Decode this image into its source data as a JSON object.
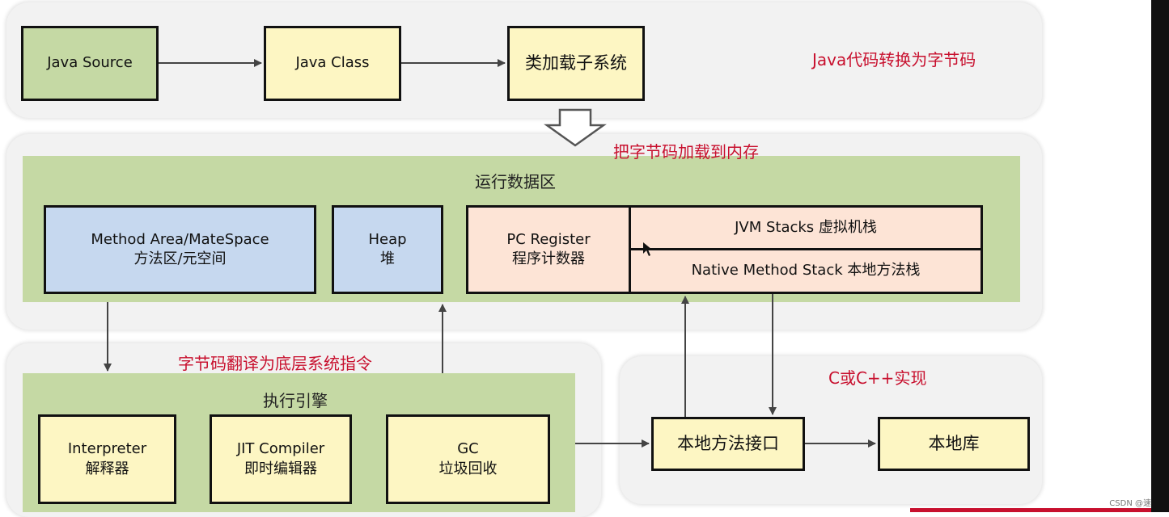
{
  "top": {
    "java_source": "Java Source",
    "java_class": "Java Class",
    "class_loader": "类加载子系统",
    "annotation": "Java代码转换为字节码"
  },
  "load_annotation": "把字节码加载到内存",
  "runtime": {
    "title": "运行数据区",
    "method_area": {
      "line1": "Method Area/MateSpace",
      "line2": "方法区/元空间"
    },
    "heap": {
      "line1": "Heap",
      "line2": "堆"
    },
    "pc_register": {
      "line1": "PC Register",
      "line2": "程序计数器"
    },
    "jvm_stacks": "JVM Stacks 虚拟机栈",
    "native_stack": "Native Method Stack 本地方法栈"
  },
  "engine": {
    "annotation": "字节码翻译为底层系统指令",
    "title": "执行引擎",
    "interpreter": {
      "line1": "Interpreter",
      "line2": "解释器"
    },
    "jit": {
      "line1": "JIT Compiler",
      "line2": "即时编辑器"
    },
    "gc": {
      "line1": "GC",
      "line2": "垃圾回收"
    }
  },
  "native": {
    "annotation": "C或C++实现",
    "interface": "本地方法接口",
    "library": "本地库"
  },
  "watermark": "CSDN @速"
}
